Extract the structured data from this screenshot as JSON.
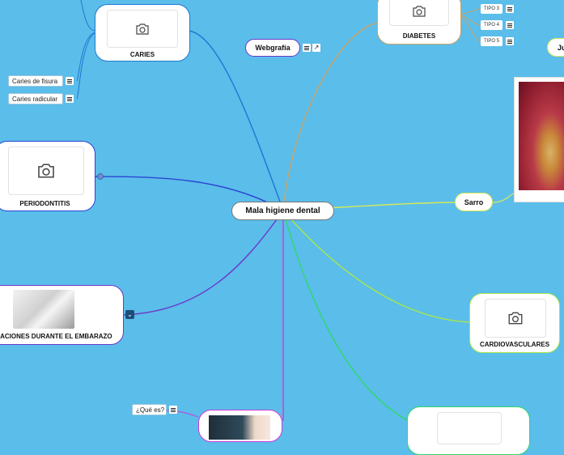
{
  "central": {
    "title": "Mala higiene dental"
  },
  "branches": {
    "caries": "CARIES",
    "periodontitis": "PERIODONTITIS",
    "embarazo": "CACIONES DURANTE EL EMBARAZO",
    "diabetes": "DIABETES",
    "webgrafia": "Webgrafía",
    "sarro": "Sarro",
    "cardio": "CARDIOVASCULARES",
    "ju": "Ju"
  },
  "subtopics": {
    "caries_fisura": "Caries de fisura",
    "caries_radicular": "Caries radicular",
    "que_es": "¿Qué es?",
    "tipo3": "TIPO 3",
    "tipo4": "TIPO 4",
    "tipo5": "TIPO 5"
  },
  "colors": {
    "background": "#5bbde9",
    "link_caries": "#1f77d4",
    "link_periodontitis": "#2a45d6",
    "link_embarazo": "#6a38c9",
    "link_diabetes": "#c9a56a",
    "link_sarro": "#d6e85a",
    "link_cardio": "#a6e84a",
    "link_green": "#2fd86a",
    "link_magenta": "#c93bd6"
  },
  "icons": [
    "camera-icon",
    "notes-icon",
    "external-link-icon",
    "expand-icon",
    "collapse-circle-icon"
  ]
}
